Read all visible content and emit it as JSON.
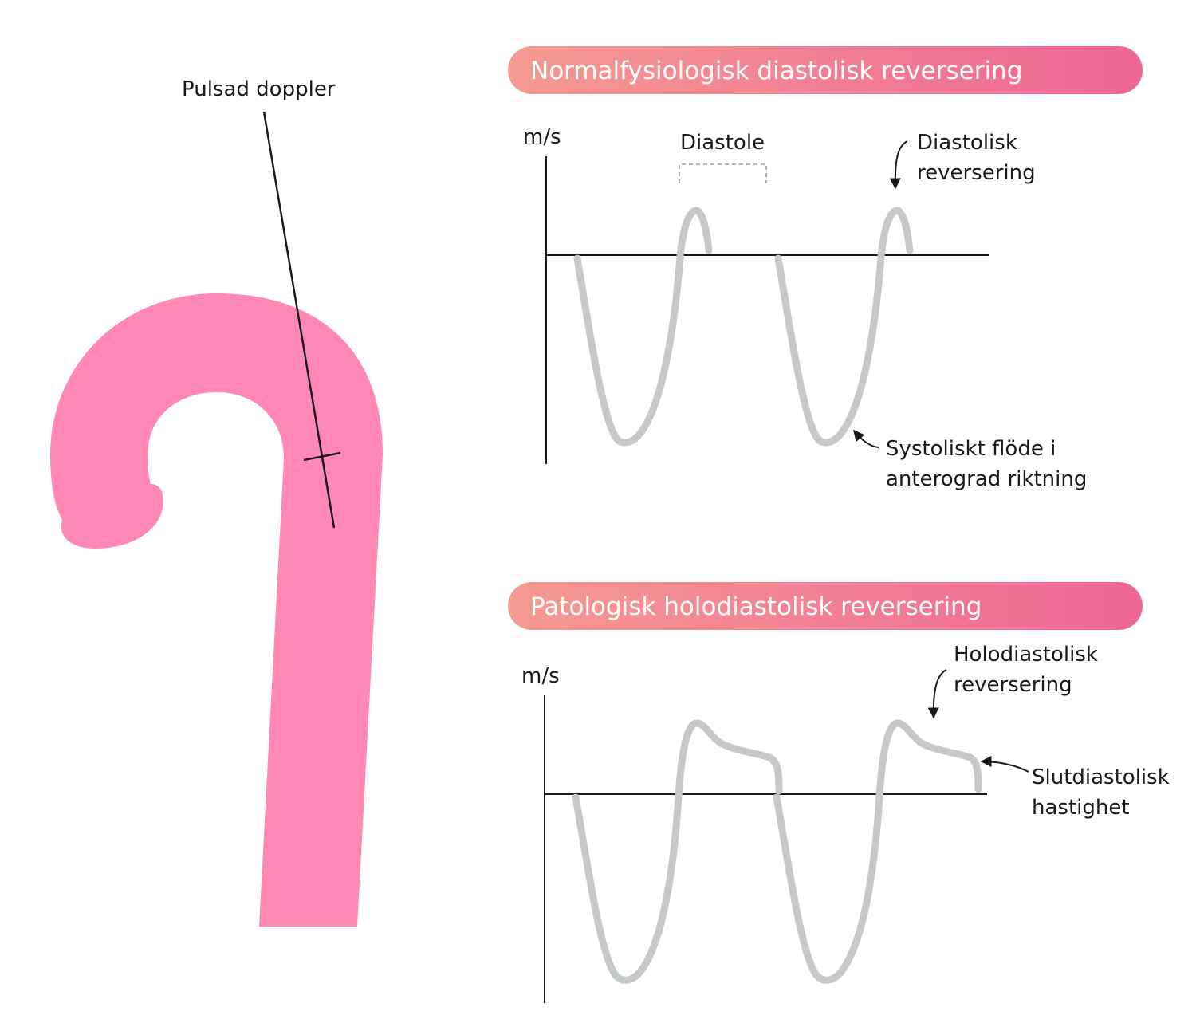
{
  "left": {
    "probe_label": "Pulsad doppler",
    "vessel_color": "#ff88b5"
  },
  "panels": [
    {
      "title": "Normalfysiologisk diastolisk reversering",
      "y_unit": "m/s",
      "diastole_label": "Diastole",
      "annotation_reversal": [
        "Diastolisk",
        "reversering"
      ],
      "annotation_systolic": [
        "Systoliskt flöde i",
        "anterograd riktning"
      ]
    },
    {
      "title": "Patologisk holodiastolisk reversering",
      "y_unit": "m/s",
      "annotation_holo": [
        "Holodiastolisk",
        "reversering"
      ],
      "annotation_enddiastolic": [
        "Slutdiastolisk",
        "hastighet"
      ]
    }
  ],
  "colors": {
    "banner_start": "#f59a92",
    "banner_end": "#ee6596",
    "waveform": "#c6c9cc",
    "vessel": "#ff88b5"
  }
}
